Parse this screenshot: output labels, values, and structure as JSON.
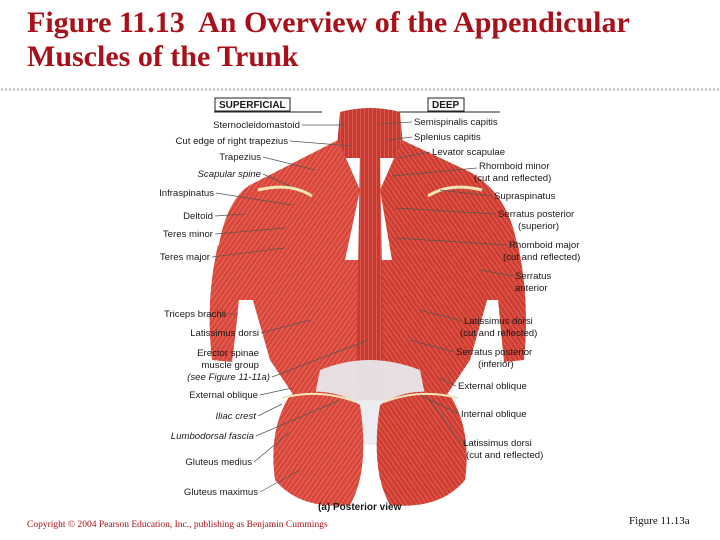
{
  "title": {
    "line1": "Figure 11.13  An Overview of the Appendicular",
    "line2": "Muscles of the Trunk"
  },
  "figure": {
    "superficial_header": "SUPERFICIAL",
    "deep_header": "DEEP",
    "view_caption": "(a) Posterior view",
    "superficial_labels": [
      {
        "text": "Sternocleidomastoid",
        "italic": false
      },
      {
        "text": "Cut edge of right trapezius",
        "italic": false
      },
      {
        "text": "Trapezius",
        "italic": false
      },
      {
        "text": "Scapular spine",
        "italic": true
      },
      {
        "text": "Infraspinatus",
        "italic": false
      },
      {
        "text": "Deltoid",
        "italic": false
      },
      {
        "text": "Teres minor",
        "italic": false
      },
      {
        "text": "Teres major",
        "italic": false
      },
      {
        "text": "Triceps brachii",
        "italic": false
      },
      {
        "text": "Latissimus dorsi",
        "italic": false
      },
      {
        "text": "Erector spinae",
        "italic": false
      },
      {
        "text": "muscle group",
        "italic": false
      },
      {
        "text": "(see Figure 11-11a)",
        "italic": true
      },
      {
        "text": "External oblique",
        "italic": false
      },
      {
        "text": "Iliac crest",
        "italic": true
      },
      {
        "text": "Lumbodorsal fascia",
        "italic": true
      },
      {
        "text": "Gluteus medius",
        "italic": false
      },
      {
        "text": "Gluteus maximus",
        "italic": false
      }
    ],
    "deep_labels": [
      {
        "text": "Semispinalis capitis"
      },
      {
        "text": "Splenius capitis"
      },
      {
        "text": "Levator scapulae"
      },
      {
        "text": "Rhomboid minor"
      },
      {
        "text": "(cut and reflected)"
      },
      {
        "text": "Supraspinatus"
      },
      {
        "text": "Serratus posterior"
      },
      {
        "text": "(superior)"
      },
      {
        "text": "Rhomboid major"
      },
      {
        "text": "(cut and reflected)"
      },
      {
        "text": "Serratus"
      },
      {
        "text": "anterior"
      },
      {
        "text": "Latissimus dorsi"
      },
      {
        "text": "(cut and reflected)"
      },
      {
        "text": "Serratus posterior"
      },
      {
        "text": "(inferior)"
      },
      {
        "text": "External oblique"
      },
      {
        "text": "Internal oblique"
      },
      {
        "text": "Latissimus dorsi"
      },
      {
        "text": "(cut and reflected)"
      }
    ]
  },
  "footer": {
    "copyright": "Copyright © 2004 Pearson Education, Inc., publishing as Benjamin Cummings",
    "figure_ref": "Figure 11.13a"
  }
}
